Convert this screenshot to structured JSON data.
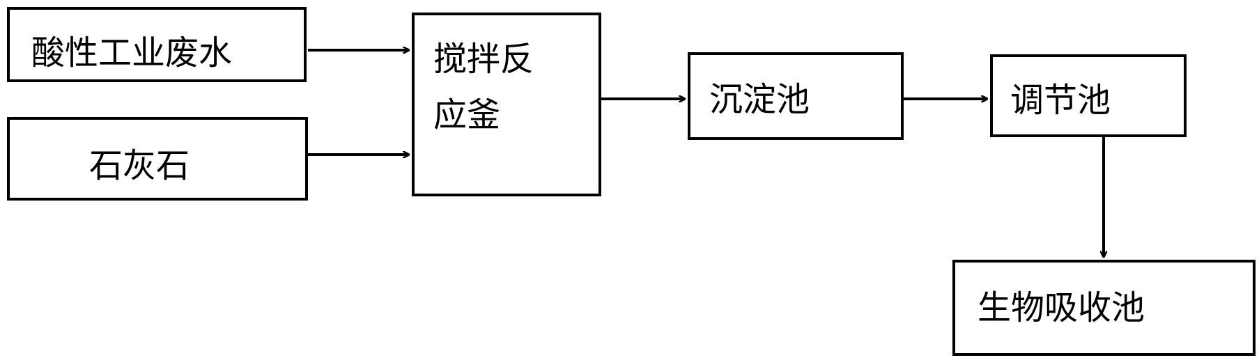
{
  "nodes": {
    "acid_wastewater": "酸性工业废水",
    "limestone": "石灰石",
    "stirred_reactor_line1": "搅拌反",
    "stirred_reactor_line2": "应釜",
    "sedimentation_tank": "沉淀池",
    "regulating_tank": "调节池",
    "bio_absorption_tank": "生物吸收池"
  },
  "edges": [
    {
      "from": "酸性工业废水",
      "to": "搅拌反应釜"
    },
    {
      "from": "石灰石",
      "to": "搅拌反应釜"
    },
    {
      "from": "搅拌反应釜",
      "to": "沉淀池"
    },
    {
      "from": "沉淀池",
      "to": "调节池"
    },
    {
      "from": "调节池",
      "to": "生物吸收池"
    }
  ],
  "colors": {
    "stroke": "#000000",
    "background": "#ffffff"
  }
}
